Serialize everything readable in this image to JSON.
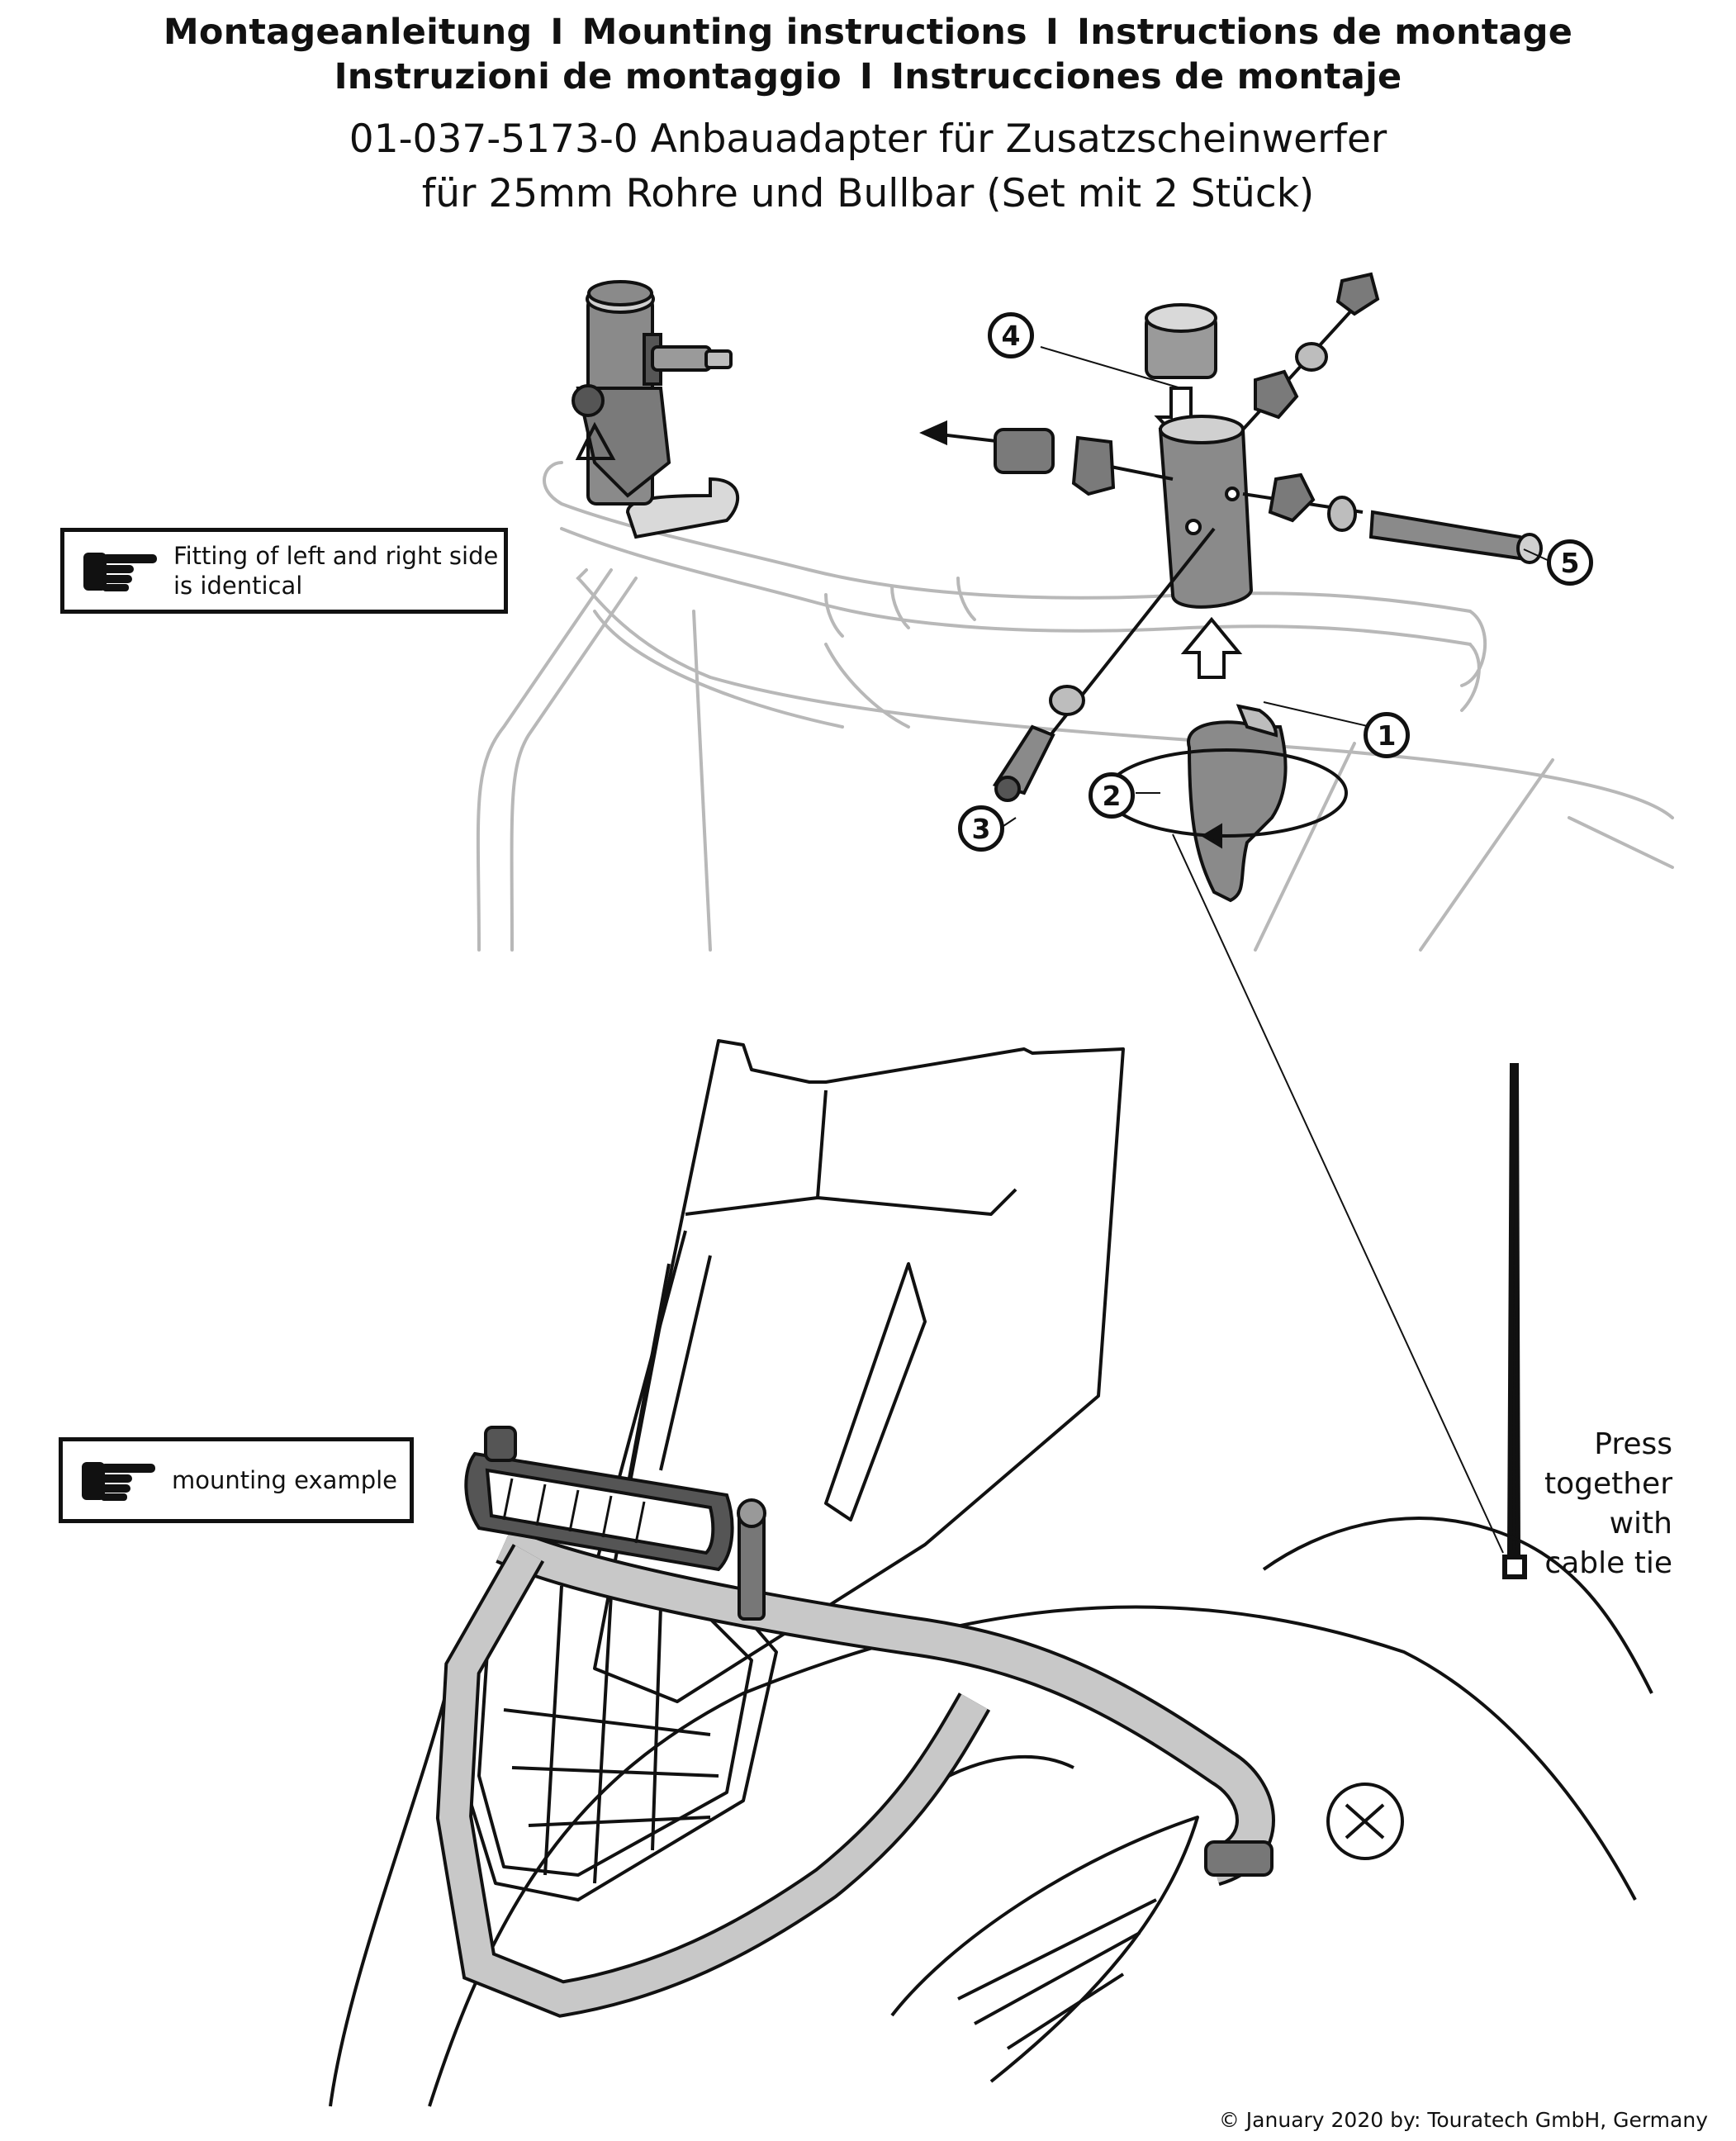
{
  "header": {
    "line1": [
      "Montageanleitung",
      "Mounting instructions",
      "Instructions de montage"
    ],
    "line2": [
      "Instruzioni de montaggio",
      "Instrucciones  de  montaje"
    ],
    "separator": "I",
    "product_line1": "01-037-5173-0 Anbauadapter für Zusatzscheinwerfer",
    "product_line2": "für 25mm Rohre und Bullbar (Set mit 2 Stück)"
  },
  "notes": {
    "fitting": "Fitting of left and right side is identical",
    "example": "mounting example"
  },
  "callouts": [
    "1",
    "2",
    "3",
    "4",
    "5"
  ],
  "cable_tie_note": [
    "Press",
    "together",
    "with",
    "cable tie"
  ],
  "footer": {
    "copyright": "© January 2020 by: Touratech GmbH, Germany"
  },
  "icons": [
    "pointing-hand-icon"
  ],
  "colors": {
    "ink": "#111111",
    "grey_tube": "#b8b8b8",
    "part_fill": "#8a8a8a",
    "background": "#ffffff"
  }
}
